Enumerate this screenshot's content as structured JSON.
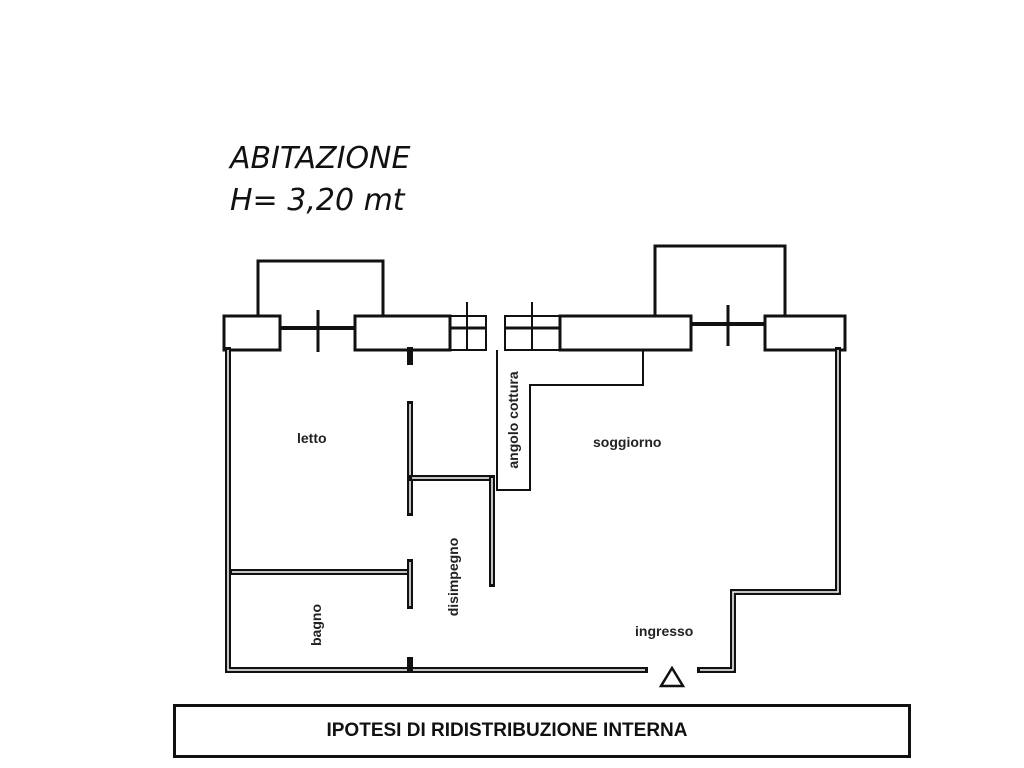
{
  "title": {
    "line1": "ABITAZIONE",
    "line2": "H= 3,20 mt"
  },
  "rooms": {
    "letto": "letto",
    "soggiorno": "soggiorno",
    "angolo_cottura": "angolo cottura",
    "disimpegno": "disimpegno",
    "bagno": "bagno",
    "ingresso": "ingresso"
  },
  "footer": {
    "caption": "IPOTESI DI RIDISTRIBUZIONE INTERNA"
  }
}
